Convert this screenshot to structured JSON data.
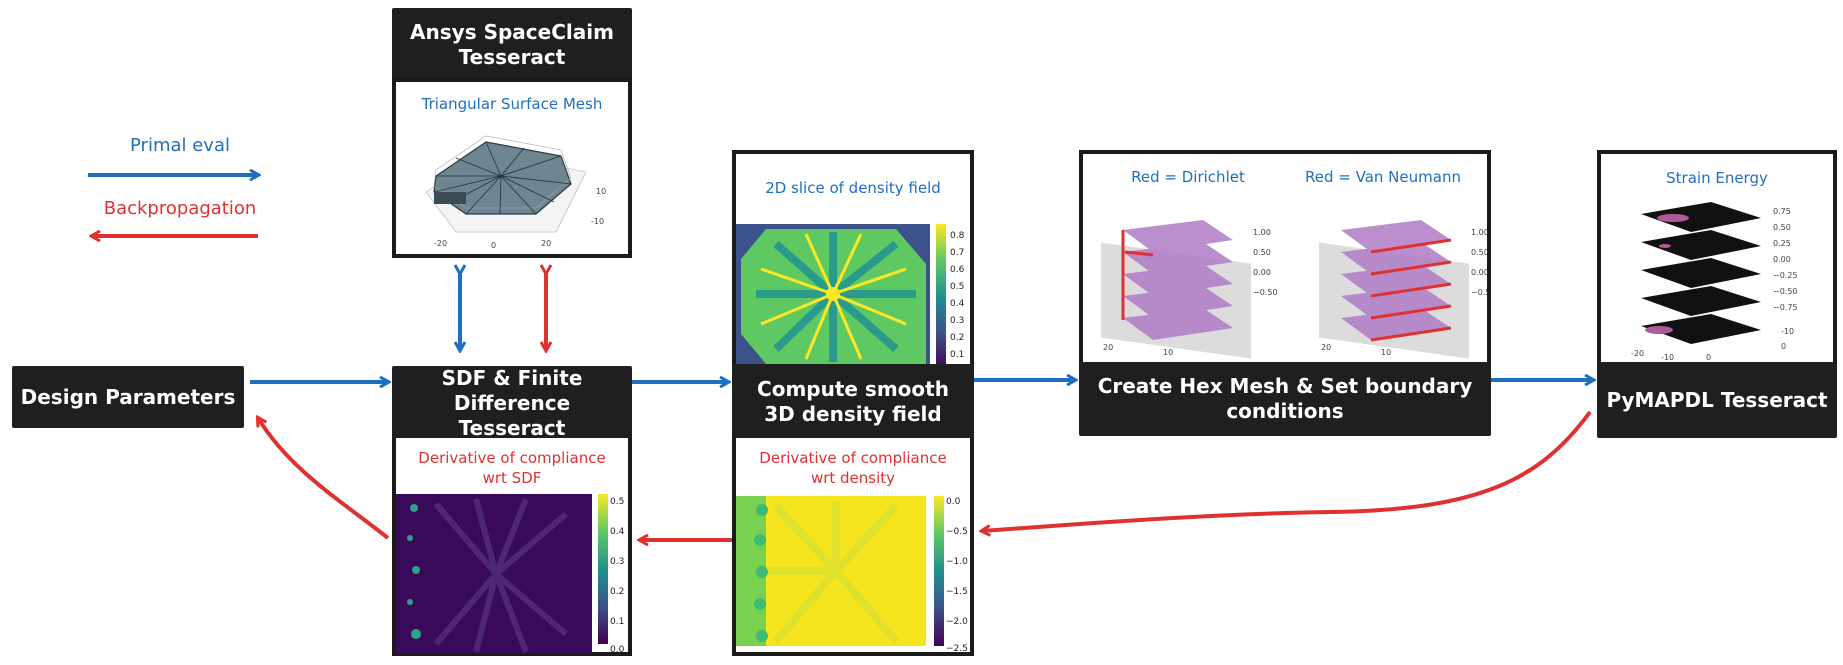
{
  "legend": {
    "primal_label": "Primal eval",
    "backprop_label": "Backpropagation"
  },
  "colors": {
    "primal": "#1f6fbf",
    "backprop": "#e03131",
    "box": "#1f1f1f"
  },
  "nodes": {
    "design": "Design Parameters",
    "spaceclaim": "Ansys SpaceClaim\nTesseract",
    "sdf": "SDF & Finite Difference\nTesseract",
    "density": "Compute smooth\n3D density field",
    "hexmesh": "Create Hex Mesh & Set boundary\nconditions",
    "pymapdl": "PyMAPDL Tesseract"
  },
  "panels": {
    "mesh_caption": "Triangular Surface Mesh",
    "slice_caption": "2D slice of density field",
    "dirichlet_caption": "Red = Dirichlet",
    "vonneumann_caption": "Red = Van Neumann",
    "strain_caption": "Strain Energy",
    "d_sdf_caption": "Derivative of compliance\nwrt SDF",
    "d_density_caption": "Derivative of compliance\nwrt density"
  },
  "colorbars": {
    "slice": [
      "0.8",
      "0.7",
      "0.6",
      "0.5",
      "0.4",
      "0.3",
      "0.2",
      "0.1"
    ],
    "d_sdf": [
      "0.5",
      "0.4",
      "0.3",
      "0.2",
      "0.1",
      "0.0"
    ],
    "d_density": [
      "0.0",
      "−0.5",
      "−1.0",
      "−1.5",
      "−2.0",
      "−2.5"
    ],
    "strain": [
      "0.75",
      "0.50",
      "0.25",
      "0.00",
      "−0.25",
      "−0.50",
      "−0.75"
    ]
  }
}
